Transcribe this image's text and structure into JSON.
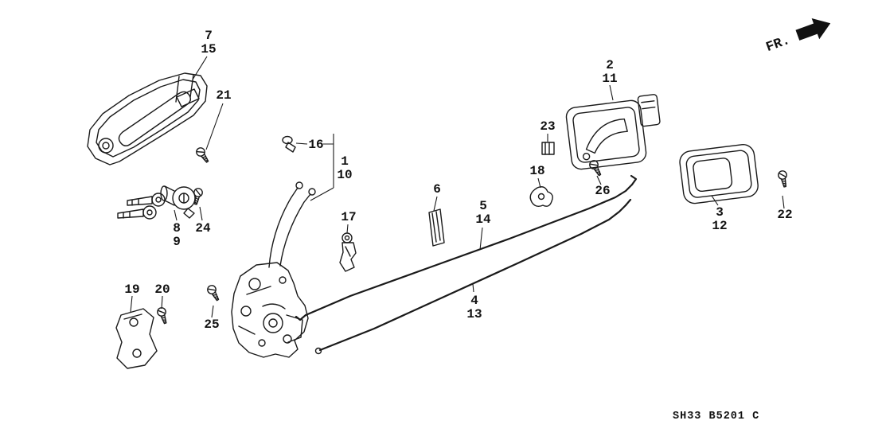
{
  "diagram": {
    "fr_label": "FR.",
    "part_code": "SH33 B5201 C"
  },
  "callouts": {
    "n1": "1",
    "n2": "2",
    "n3": "3",
    "n4": "4",
    "n5": "5",
    "n6": "6",
    "n7": "7",
    "n8": "8",
    "n9": "9",
    "n10": "10",
    "n11": "11",
    "n12": "12",
    "n13": "13",
    "n14": "14",
    "n15": "15",
    "n16": "16",
    "n17": "17",
    "n18": "18",
    "n19": "19",
    "n20": "20",
    "n21": "21",
    "n22": "22",
    "n23": "23",
    "n24": "24",
    "n25": "25",
    "n26": "26"
  }
}
